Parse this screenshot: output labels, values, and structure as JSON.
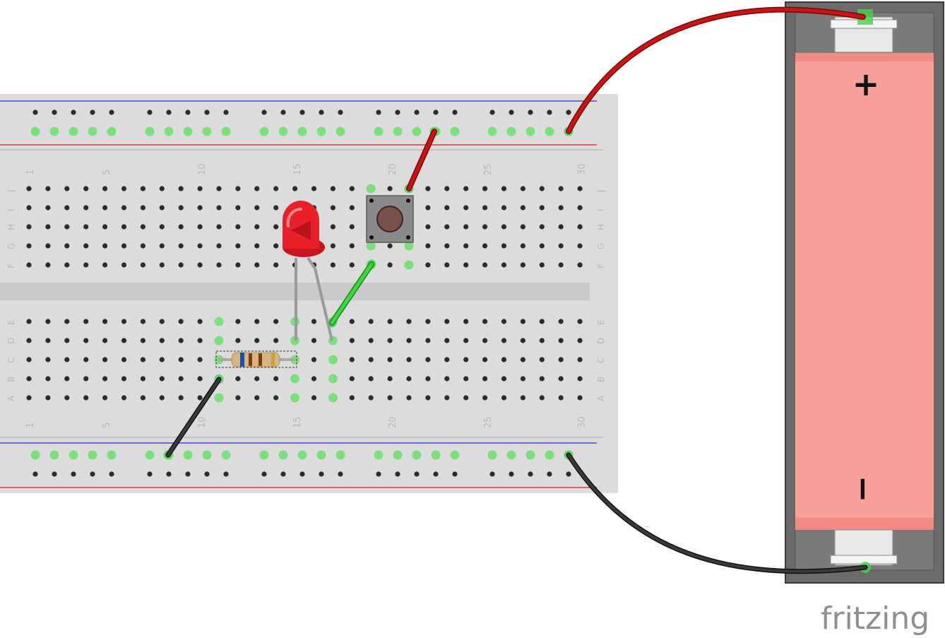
{
  "breadboard": {
    "column_numbers": [
      "1",
      "5",
      "10",
      "15",
      "20",
      "25",
      "30"
    ],
    "top_row_letters": [
      "J",
      "I",
      "H",
      "G",
      "F"
    ],
    "bottom_row_letters": [
      "E",
      "D",
      "C",
      "B",
      "A"
    ]
  },
  "battery": {
    "plus_label": "+",
    "minus_label": "−"
  },
  "brand": {
    "text": "fritzing"
  },
  "colors": {
    "board": "#dcdcdc",
    "wire_red": "#b80e0e",
    "wire_black": "#2a2a2a",
    "wire_green": "#2fbf2f",
    "battery_body": "#f8a09a",
    "battery_case": "#6b6b6b",
    "led": "#e8202a",
    "rail_blue": "#1f2fd6",
    "rail_red": "#d11a1a"
  }
}
